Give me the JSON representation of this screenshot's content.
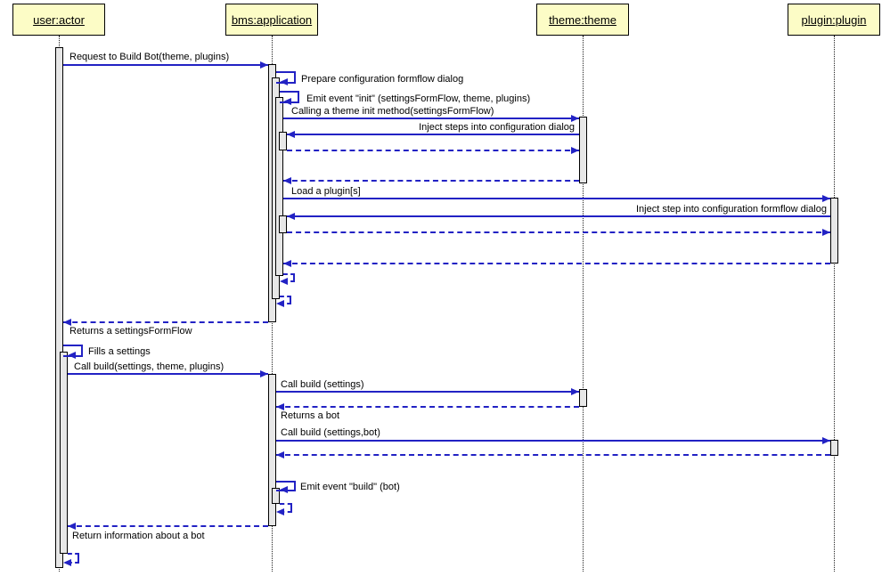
{
  "diagram": {
    "type": "uml-sequence",
    "participants": [
      {
        "name": "user:actor"
      },
      {
        "name": "bms:application"
      },
      {
        "name": "theme:theme"
      },
      {
        "name": "plugin:plugin"
      }
    ],
    "messages": [
      {
        "label": "Request to Build Bot(theme, plugins)",
        "from": "user:actor",
        "to": "bms:application",
        "kind": "call"
      },
      {
        "label": "Prepare configuration formflow dialog",
        "from": "bms:application",
        "to": "bms:application",
        "kind": "self-call"
      },
      {
        "label": "Emit event \"init\" (settingsFormFlow, theme, plugins)",
        "from": "bms:application",
        "to": "bms:application",
        "kind": "self-call"
      },
      {
        "label": "Calling a theme init method(settingsFormFlow)",
        "from": "bms:application",
        "to": "theme:theme",
        "kind": "call"
      },
      {
        "label": "Inject steps into configuration dialog",
        "from": "theme:theme",
        "to": "bms:application",
        "kind": "call"
      },
      {
        "label": "",
        "from": "bms:application",
        "to": "theme:theme",
        "kind": "return"
      },
      {
        "label": "",
        "from": "theme:theme",
        "to": "bms:application",
        "kind": "return"
      },
      {
        "label": "Load a plugin[s]",
        "from": "bms:application",
        "to": "plugin:plugin",
        "kind": "call"
      },
      {
        "label": "Inject step into configuration formflow dialog",
        "from": "plugin:plugin",
        "to": "bms:application",
        "kind": "call"
      },
      {
        "label": "",
        "from": "bms:application",
        "to": "plugin:plugin",
        "kind": "return"
      },
      {
        "label": "",
        "from": "plugin:plugin",
        "to": "bms:application",
        "kind": "return"
      },
      {
        "label": "",
        "from": "bms:application",
        "to": "bms:application",
        "kind": "self-return"
      },
      {
        "label": "",
        "from": "bms:application",
        "to": "bms:application",
        "kind": "self-return"
      },
      {
        "label": "Returns a settingsFormFlow",
        "from": "bms:application",
        "to": "user:actor",
        "kind": "return"
      },
      {
        "label": "Fills a settings",
        "from": "user:actor",
        "to": "user:actor",
        "kind": "self-call"
      },
      {
        "label": "Call build(settings, theme, plugins)",
        "from": "user:actor",
        "to": "bms:application",
        "kind": "call"
      },
      {
        "label": "Call build (settings)",
        "from": "bms:application",
        "to": "theme:theme",
        "kind": "call"
      },
      {
        "label": "Returns a bot",
        "from": "theme:theme",
        "to": "bms:application",
        "kind": "return"
      },
      {
        "label": "Call build (settings,bot)",
        "from": "bms:application",
        "to": "plugin:plugin",
        "kind": "call"
      },
      {
        "label": "",
        "from": "plugin:plugin",
        "to": "bms:application",
        "kind": "return"
      },
      {
        "label": "Emit event \"build\" (bot)",
        "from": "bms:application",
        "to": "bms:application",
        "kind": "self-call"
      },
      {
        "label": "",
        "from": "bms:application",
        "to": "bms:application",
        "kind": "self-return"
      },
      {
        "label": "Return information about a bot",
        "from": "bms:application",
        "to": "user:actor",
        "kind": "return"
      },
      {
        "label": "",
        "from": "user:actor",
        "to": "user:actor",
        "kind": "self-return"
      }
    ],
    "colors": {
      "message_line": "#2222c4",
      "participant_fill": "#fcfcc6",
      "activation_fill": "#e7e7e7",
      "background": "#ffffff"
    }
  }
}
